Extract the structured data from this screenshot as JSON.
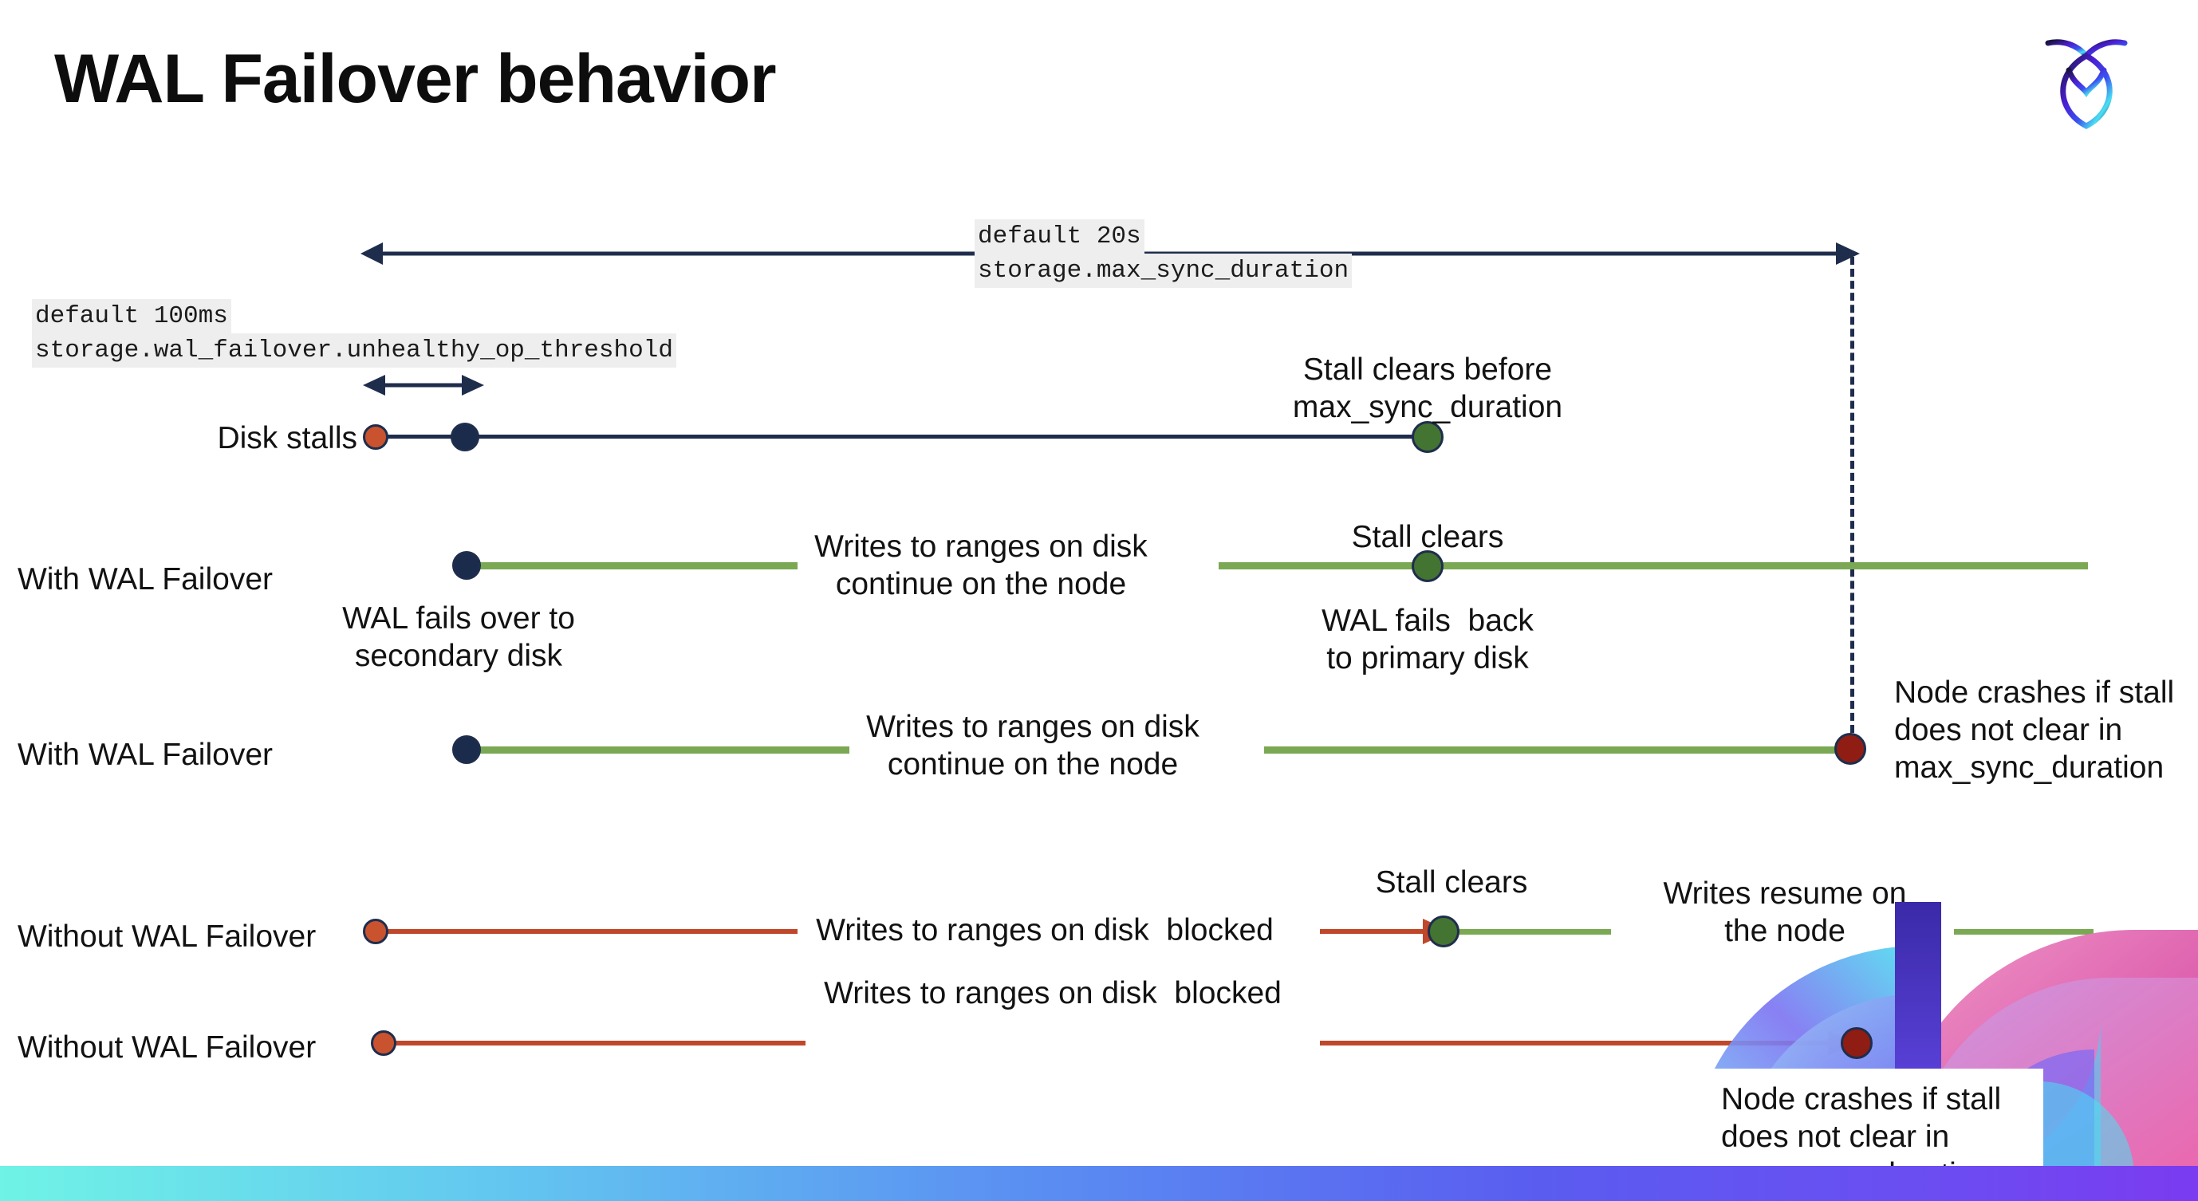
{
  "slide": {
    "title": "WAL Failover behavior",
    "logo_icon": "cockroachdb-logo-icon"
  },
  "annotations": {
    "max_sync_default": "default 20s",
    "max_sync_setting": "storage.max_sync_duration",
    "unhealthy_default": "default 100ms",
    "unhealthy_setting": "storage.wal_failover.unhealthy_op_threshold"
  },
  "rows": [
    {
      "label": "Disk stalls",
      "notes": [
        "Stall clears before",
        "max_sync_duration"
      ]
    },
    {
      "label": "With WAL Failover",
      "notes": [
        "Writes to ranges on disk",
        "continue on the node",
        "Stall clears",
        "WAL fails over to",
        "secondary disk",
        "WAL fails  back",
        "to primary disk"
      ]
    },
    {
      "label": "With WAL Failover",
      "notes": [
        "Writes to ranges on disk",
        "continue on the node",
        "Node crashes if stall",
        "does not clear in",
        "max_sync_duration"
      ]
    },
    {
      "label": "Without WAL Failover",
      "notes": [
        "Writes to ranges on disk  blocked",
        "Stall clears",
        "Writes resume on",
        "the node"
      ]
    },
    {
      "label": "Without WAL Failover",
      "notes": [
        "Writes to ranges on disk  blocked",
        "Node crashes if stall",
        "does not clear in",
        "max_sync_duration"
      ]
    }
  ],
  "text": {
    "disk_stalls": "Disk stalls",
    "with_wal_failover_1": "With WAL Failover",
    "with_wal_failover_2": "With WAL Failover",
    "without_wal_failover_1": "Without WAL Failover",
    "without_wal_failover_2": "Without WAL Failover",
    "stall_clears_before_l1": "Stall clears before",
    "stall_clears_before_l2": "max_sync_duration",
    "writes_continue_a_l1": "Writes to ranges on disk",
    "writes_continue_a_l2": "continue on the node",
    "writes_continue_b_l1": "Writes to ranges on disk",
    "writes_continue_b_l2": "continue on the node",
    "stall_clears_row2": "Stall clears",
    "wal_fails_over_l1": "WAL fails over to",
    "wal_fails_over_l2": "secondary disk",
    "wal_fails_back_l1": "WAL fails  back",
    "wal_fails_back_l2": "to primary disk",
    "node_crashes_a_l1": "Node crashes if stall",
    "node_crashes_a_l2": "does not clear in",
    "node_crashes_a_l3": "max_sync_duration",
    "writes_blocked_1": "Writes to ranges on disk  blocked",
    "writes_blocked_2": "Writes to ranges on disk  blocked",
    "stall_clears_row4": "Stall clears",
    "writes_resume_l1": "Writes resume on",
    "writes_resume_l2": "the node",
    "node_crashes_b_l1": "Node crashes if stall",
    "node_crashes_b_l2": "does not clear in",
    "node_crashes_b_l3": "max_sync_duration"
  },
  "colors": {
    "navy": "#1f2d4d",
    "green_line": "#7aa853",
    "red_line": "#c1472a",
    "dot_orange": "#c9532e",
    "dot_green": "#437432",
    "dot_darkred": "#8f1d14",
    "dot_navy": "#1b2b4b",
    "chip_bg": "#eeeeee"
  }
}
